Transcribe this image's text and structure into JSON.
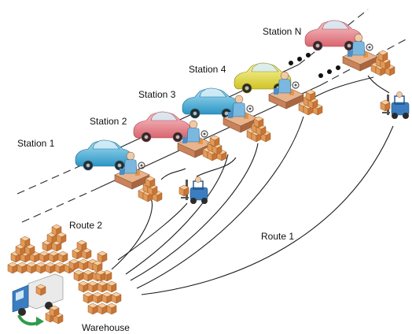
{
  "labels": {
    "station_1": "Station 1",
    "station_2": "Station 2",
    "station_3": "Station 3",
    "station_4": "Station 4",
    "station_n": "Station N",
    "route_1": "Route 1",
    "route_2": "Route 2",
    "warehouse": "Warehouse"
  },
  "icons": {
    "car": "car-icon",
    "worker": "worker-station-icon",
    "boxes": "box-stack-icon",
    "forklift": "forklift-icon",
    "truck": "delivery-truck-icon"
  },
  "colors": {
    "car_blue": "#3aa9d6",
    "car_red": "#e98b93",
    "car_yellow": "#e8e24a",
    "box": "#e8a060",
    "box_dark": "#b8672c",
    "worker_body": "#7ab8e0",
    "workstation": "#d9a07a",
    "forklift": "#3a7dc0",
    "unload_arrow": "#2e9c4a"
  }
}
